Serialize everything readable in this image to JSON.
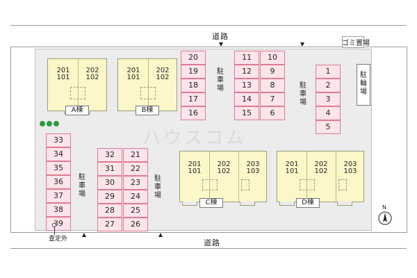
{
  "roads": {
    "north_label": "道路",
    "south_label": "道路"
  },
  "garbage": {
    "label": "ゴミ置場"
  },
  "bike": {
    "label": "駐輪場"
  },
  "parking_label": "駐車場",
  "outside_label": "査定外",
  "compass": {
    "label": "N"
  },
  "watermark": "ハウスコム",
  "buildings": [
    {
      "name": "A棟",
      "upper": [
        "201",
        "202"
      ],
      "lower": [
        "101",
        "102"
      ]
    },
    {
      "name": "B棟",
      "upper": [
        "201",
        "202"
      ],
      "lower": [
        "101",
        "102"
      ]
    },
    {
      "name": "C棟",
      "upper": [
        "201",
        "202",
        "203"
      ],
      "lower": [
        "101",
        "102",
        "103"
      ]
    },
    {
      "name": "D棟",
      "upper": [
        "201",
        "202",
        "203"
      ],
      "lower": [
        "101",
        "102",
        "103"
      ]
    }
  ],
  "parking": {
    "col_left_a": [
      "20",
      "19",
      "18",
      "17",
      "16"
    ],
    "col_mid_a": [
      "11",
      "12",
      "13",
      "14",
      "15"
    ],
    "col_mid_b": [
      "10",
      "9",
      "8",
      "7",
      "6"
    ],
    "col_right": [
      "1",
      "2",
      "3",
      "4",
      "5"
    ],
    "col_far_left": [
      "33",
      "34",
      "35",
      "36",
      "37",
      "38",
      "39"
    ],
    "col_lower_a": [
      "32",
      "31",
      "30",
      "29",
      "28",
      "27"
    ],
    "col_lower_b": [
      "21",
      "22",
      "23",
      "24",
      "25",
      "26"
    ]
  }
}
